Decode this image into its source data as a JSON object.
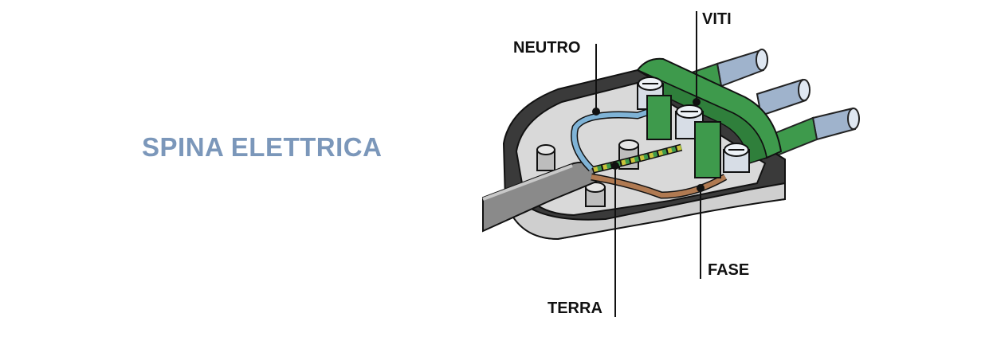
{
  "title": "SPINA ELETTRICA",
  "labels": {
    "neutro": "NEUTRO",
    "viti": "VITI",
    "fase": "FASE",
    "terra": "TERRA"
  },
  "colors": {
    "title": "#7b97ba",
    "housing": "#2a2a2a",
    "green_holder": "#3e9a4c",
    "neutral_wire": "#7fb3d6",
    "earth_wire": "#c9c23a",
    "phase_wire": "#b07a52",
    "pins": "#b9c8dc"
  }
}
